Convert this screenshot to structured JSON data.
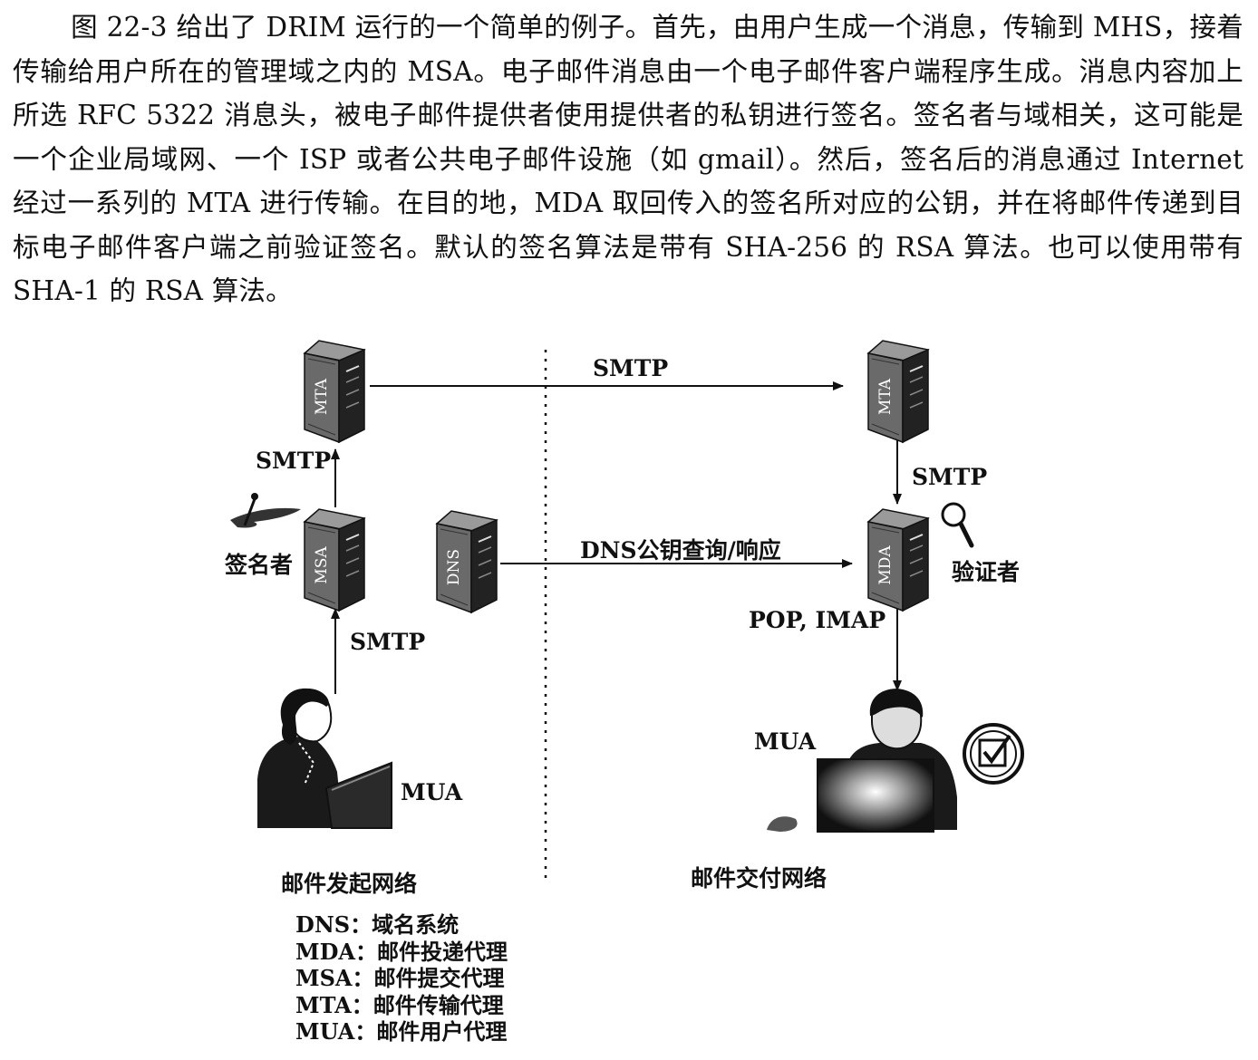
{
  "paragraph": "图 22-3 给出了 DRIM 运行的一个简单的例子。首先，由用户生成一个消息，传输到 MHS，接着传输给用户所在的管理域之内的 MSA。电子邮件消息由一个电子邮件客户端程序生成。消息内容加上所选 RFC 5322 消息头，被电子邮件提供者使用提供者的私钥进行签名。签名者与域相关，这可能是一个企业局域网、一个 ISP 或者公共电子邮件设施（如 gmail）。然后，签名后的消息通过 Internet 经过一系列的 MTA 进行传输。在目的地，MDA 取回传入的签名所对应的公钥，并在将邮件传递到目标电子邮件客户端之前验证签名。默认的签名算法是带有 SHA-256 的 RSA 算法。也可以使用带有 SHA-1 的 RSA 算法。",
  "figure": {
    "servers": {
      "mta_left": "MTA",
      "msa": "MSA",
      "dns": "DNS",
      "mta_right": "MTA",
      "mda": "MDA"
    },
    "labels": {
      "smtp_top": "SMTP",
      "smtp_left_up": "SMTP",
      "smtp_left_low": "SMTP",
      "smtp_right": "SMTP",
      "dns_query": "DNS公钥查询/响应",
      "signer": "签名者",
      "verifier": "验证者",
      "pop_imap": "POP, IMAP",
      "mua_left": "MUA",
      "mua_right": "MUA",
      "origin_network": "邮件发起网络",
      "delivery_network": "邮件交付网络"
    },
    "legend": [
      "DNS：域名系统",
      "MDA：邮件投递代理",
      "MSA：邮件提交代理",
      "MTA：邮件传输代理",
      "MUA：邮件用户代理"
    ]
  }
}
